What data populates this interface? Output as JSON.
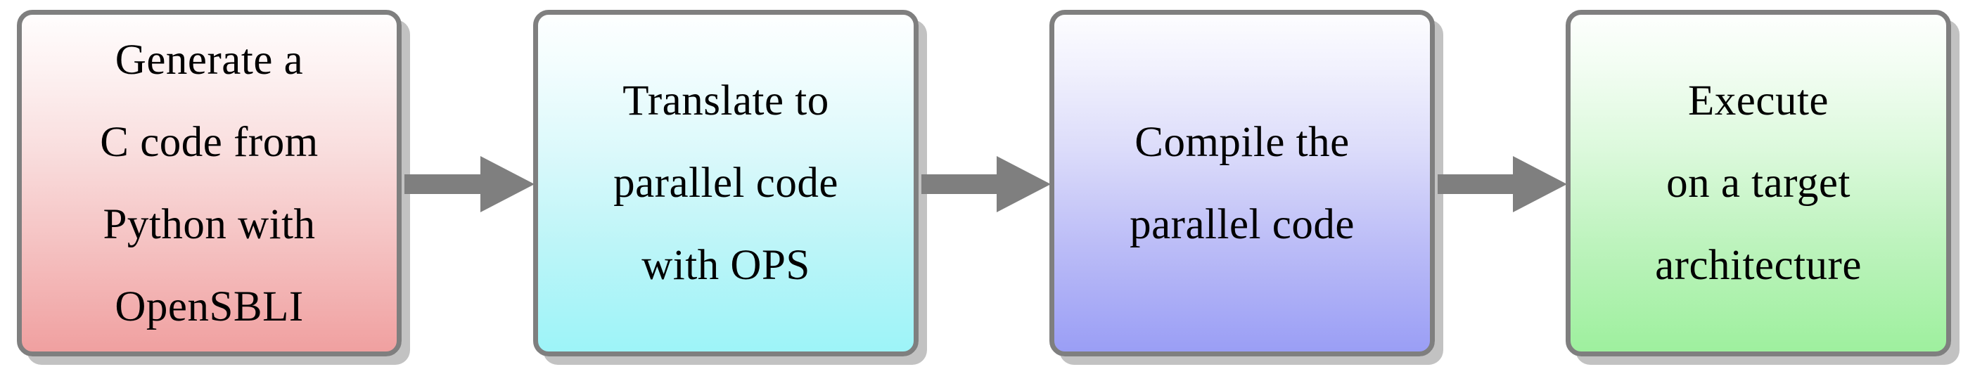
{
  "diagram": {
    "type": "flowchart",
    "orientation": "left-to-right",
    "background_color": "#ffffff",
    "border_color": "#7f7f7f",
    "arrow_color": "#7f7f7f",
    "shadow_color": "#bfbfbf",
    "text_color": "#000000",
    "nodes": [
      {
        "id": "generate",
        "lines": [
          "Generate a",
          "C code from",
          "Python with",
          "OpenSBLI"
        ],
        "fill_top": "#fffdfd",
        "fill_bottom": "#f0a0a0",
        "color_name": "pink"
      },
      {
        "id": "translate",
        "lines": [
          "Translate to",
          "parallel code",
          "with OPS"
        ],
        "fill_top": "#fdffff",
        "fill_bottom": "#9df4f8",
        "color_name": "cyan"
      },
      {
        "id": "compile",
        "lines": [
          "Compile the",
          "parallel code"
        ],
        "fill_top": "#fdfdff",
        "fill_bottom": "#9a9ef5",
        "color_name": "blue"
      },
      {
        "id": "execute",
        "lines": [
          "Execute",
          "on a target",
          "architecture"
        ],
        "fill_top": "#fdfffd",
        "fill_bottom": "#9ef09e",
        "color_name": "green"
      }
    ],
    "connectors": [
      {
        "id": "generate-to-translate",
        "from": "generate",
        "to": "translate",
        "glyph": "arrow-right"
      },
      {
        "id": "translate-to-compile",
        "from": "translate",
        "to": "compile",
        "glyph": "arrow-right"
      },
      {
        "id": "compile-to-execute",
        "from": "compile",
        "to": "execute",
        "glyph": "arrow-right"
      }
    ]
  }
}
